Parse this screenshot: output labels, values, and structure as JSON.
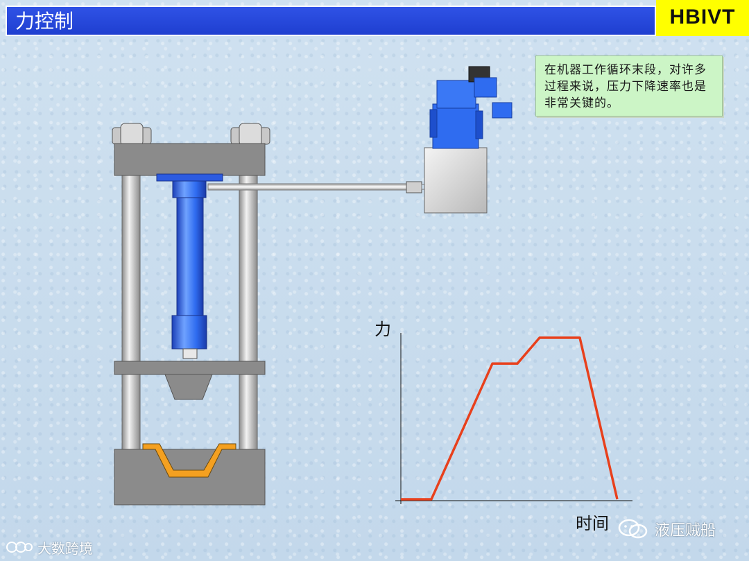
{
  "header": {
    "title": "力控制"
  },
  "brand": {
    "text": "HBIVT"
  },
  "note": {
    "text": "在机器工作循环末段，对许多过程来说，压力下降速率也是非常关键的。"
  },
  "graph": {
    "y_label": "力",
    "x_label": "时间",
    "line_color": "#e8401c"
  },
  "colors": {
    "header_blue": "#2447e0",
    "brand_yellow": "#ffff00",
    "cylinder_blue": "#2f6cf0",
    "workpiece_orange": "#f4a020",
    "note_green": "#ccf5c6"
  },
  "watermarks": {
    "right": "液压贼船",
    "left": "大数跨境"
  },
  "icons": {
    "wechat": "wechat-icon",
    "logo": "logo-icon"
  },
  "chart_data": {
    "type": "line",
    "x": [
      0,
      1,
      2,
      3,
      4,
      5,
      6,
      7
    ],
    "series": [
      {
        "values": [
          0,
          0,
          0.84,
          0.84,
          1,
          1,
          0,
          0
        ]
      }
    ],
    "xlabel": "时间",
    "ylabel": "力",
    "grid": false
  }
}
